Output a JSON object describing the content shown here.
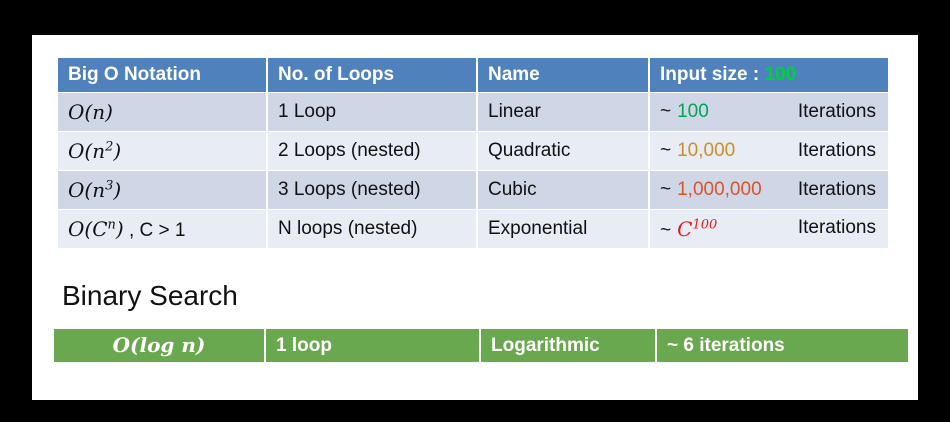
{
  "table": {
    "headers": [
      "Big O Notation",
      "No. of Loops",
      "Name"
    ],
    "input_size_label": "Input size : ",
    "input_size_value": "100",
    "rows": [
      {
        "notation": {
          "f": "O",
          "base": "n",
          "exp": ""
        },
        "loops": "1 Loop",
        "name": "Linear",
        "tilde": "~",
        "value": "100",
        "value_color": "#00a651",
        "iter": "Iterations"
      },
      {
        "notation": {
          "f": "O",
          "base": "n",
          "exp": "2"
        },
        "loops": "2 Loops (nested)",
        "name": "Quadratic",
        "tilde": "~",
        "value": "10,000",
        "value_color": "#c9902a",
        "iter": "Iterations"
      },
      {
        "notation": {
          "f": "O",
          "base": "n",
          "exp": "3"
        },
        "loops": "3 Loops (nested)",
        "name": "Cubic",
        "tilde": "~",
        "value": "1,000,000",
        "value_color": "#d9542a",
        "iter": "Iterations"
      },
      {
        "notation": {
          "f": "O",
          "base": "C",
          "exp": "n",
          "suffix": ", C > 1"
        },
        "loops": "N loops (nested)",
        "name": "Exponential",
        "tilde": "~",
        "value_base": "C",
        "value_exp": "100",
        "value_color": "#e31b1b",
        "iter": "Iterations"
      }
    ]
  },
  "binary": {
    "title": "Binary Search",
    "notation": "O(log n)",
    "loops": "1 loop",
    "name": "Logarithmic",
    "iterations": "~ 6 iterations"
  },
  "colors": {
    "header_blue": "#4f81bd",
    "row_light": "#cfd7e7",
    "row_lighter": "#e8ecf4",
    "binary_green": "#6aa84f",
    "input_size_green": "#00d040"
  }
}
